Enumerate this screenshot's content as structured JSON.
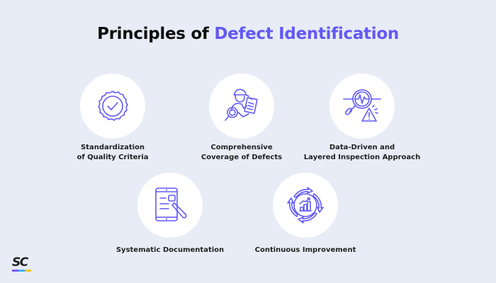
{
  "title": {
    "prefix": "Principles of ",
    "accent": "Defect Identification",
    "accent_color": "#6259f5"
  },
  "principles": [
    {
      "icon": "quality-badge-check-icon",
      "line1": "Standardization",
      "line2": "of Quality Criteria"
    },
    {
      "icon": "inspector-magnifier-clipboard-icon",
      "line1": "Comprehensive",
      "line2": "Coverage of Defects"
    },
    {
      "icon": "magnifier-waveform-warning-icon",
      "line1": "Data-Driven and",
      "line2": "Layered Inspection Approach"
    },
    {
      "icon": "tablet-document-pen-icon",
      "line1": "Systematic Documentation"
    },
    {
      "icon": "cycle-arrows-bar-chart-icon",
      "line1": "Continuous Improvement"
    }
  ],
  "logo": {
    "text": "SC",
    "bar_colors": [
      "#7b5cf0",
      "#3ab4f2",
      "#f5c431"
    ]
  },
  "colors": {
    "background": "#e8ecf6",
    "icon_stroke": "#6259f5",
    "circle": "#ffffff",
    "label": "#222222"
  }
}
